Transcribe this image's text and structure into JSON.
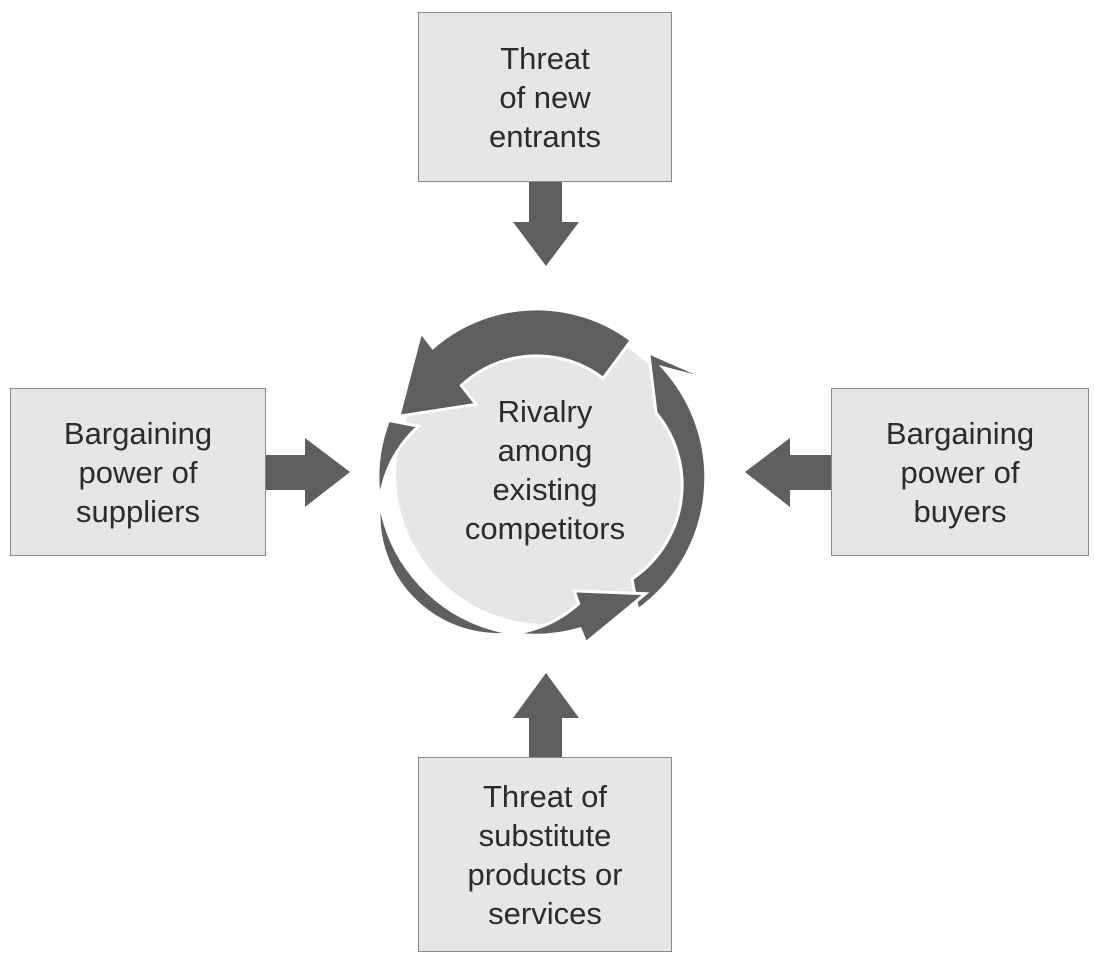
{
  "colors": {
    "arrow": "#5f5f5f",
    "box_fill": "#e6e6e6",
    "box_border": "#8a8a8a",
    "circle_fill": "#e6e6e6",
    "text": "#2b2b2b"
  },
  "center": {
    "lines": [
      "Rivalry",
      "among",
      "existing",
      "competitors"
    ]
  },
  "forces": {
    "top": {
      "lines": [
        "Threat",
        "of new",
        "entrants"
      ]
    },
    "left": {
      "lines": [
        "Bargaining",
        "power of",
        "suppliers"
      ]
    },
    "right": {
      "lines": [
        "Bargaining",
        "power of",
        "buyers"
      ]
    },
    "bottom": {
      "lines": [
        "Threat of",
        "substitute",
        "products or",
        "services"
      ]
    }
  }
}
